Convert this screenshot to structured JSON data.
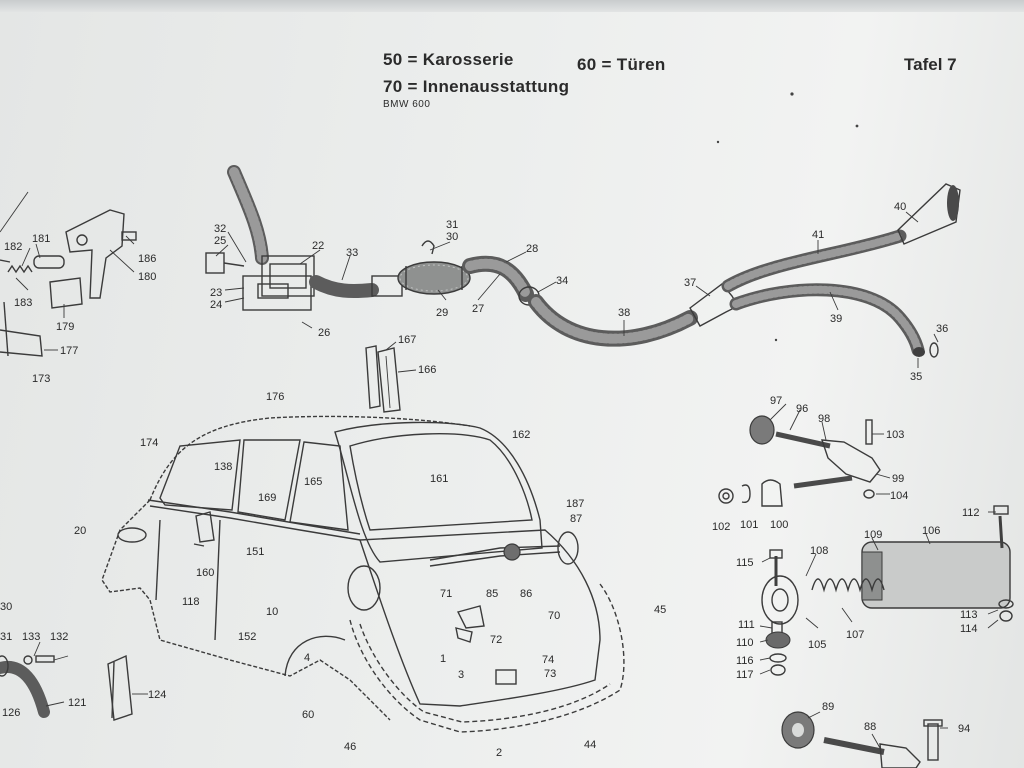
{
  "header": {
    "line1_a": "50 = Karosserie",
    "line1_b": "60 = Türen",
    "line2": "70 = Innenausstattung",
    "model": "BMW 600",
    "plate": "Tafel 7"
  },
  "callouts": {
    "n1": "1",
    "n2": "2",
    "n3": "3",
    "n4": "4",
    "n10": "10",
    "n20": "20",
    "n22": "22",
    "n23": "23",
    "n24": "24",
    "n25": "25",
    "n26": "26",
    "n27": "27",
    "n28": "28",
    "n29": "29",
    "n30": "30",
    "n30b": "30",
    "n31": "31",
    "n31b": "31",
    "n32": "32",
    "n33": "33",
    "n34": "34",
    "n35": "35",
    "n36": "36",
    "n37": "37",
    "n38": "38",
    "n39": "39",
    "n40": "40",
    "n41": "41",
    "n44": "44",
    "n45": "45",
    "n46": "46",
    "n60": "60",
    "n70": "70",
    "n71": "71",
    "n72": "72",
    "n73": "73",
    "n74": "74",
    "n85": "85",
    "n86": "86",
    "n87": "87",
    "n88": "88",
    "n89": "89",
    "n94": "94",
    "n96": "96",
    "n97": "97",
    "n98": "98",
    "n99": "99",
    "n100": "100",
    "n101": "101",
    "n102": "102",
    "n103": "103",
    "n104": "104",
    "n105": "105",
    "n106": "106",
    "n107": "107",
    "n108": "108",
    "n109": "109",
    "n110": "110",
    "n111": "111",
    "n112": "112",
    "n113": "113",
    "n114": "114",
    "n115": "115",
    "n116": "116",
    "n117": "117",
    "n118": "118",
    "n121": "121",
    "n124": "124",
    "n126": "126",
    "n132": "132",
    "n133": "133",
    "n138": "138",
    "n151": "151",
    "n152": "152",
    "n160": "160",
    "n161": "161",
    "n162": "162",
    "n165": "165",
    "n166": "166",
    "n167": "167",
    "n169": "169",
    "n173": "173",
    "n174": "174",
    "n176": "176",
    "n177": "177",
    "n179": "179",
    "n180": "180",
    "n181": "181",
    "n182": "182",
    "n183": "183",
    "n186": "186",
    "n187": "187"
  },
  "colors": {
    "paper": "#eceeed",
    "ink": "#2a2a2a",
    "hose": "#5c5c5c"
  }
}
